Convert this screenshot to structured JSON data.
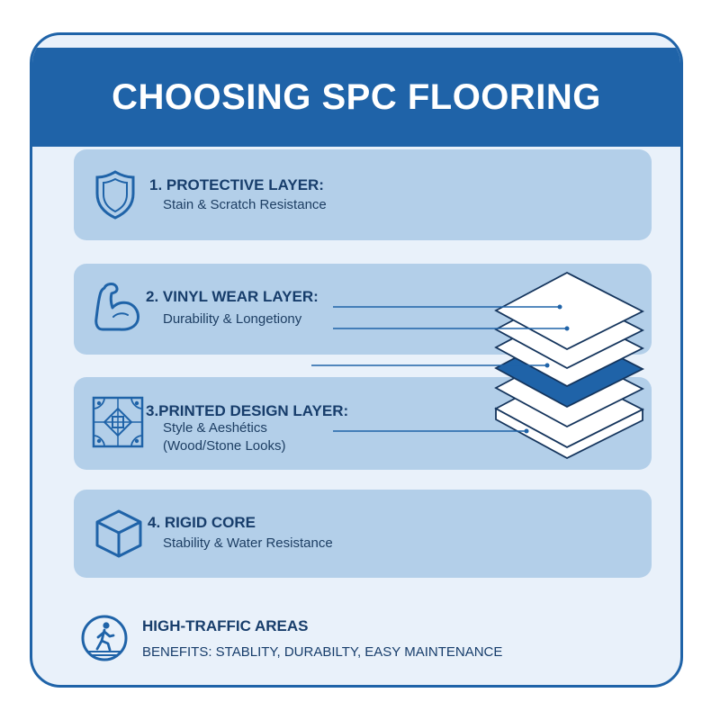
{
  "header": {
    "title": "CHOOSING SPC FLOORING"
  },
  "layers": [
    {
      "title": "1. PROTECTIVE LAYER:",
      "lines": [
        "Stain & Scratch Resistance"
      ],
      "icon": "shield-icon"
    },
    {
      "title": "2. VINYL WEAR LAYER:",
      "lines": [
        "Durability & Longetiony"
      ],
      "icon": "flexed-arm-icon"
    },
    {
      "title": "3.PRINTED DESIGN LAYER:",
      "lines": [
        "Style & Aeshétics",
        "(Wood/Stone Looks)"
      ],
      "icon": "tile-pattern-icon"
    },
    {
      "title": "4. RIGID CORE",
      "lines": [
        "Stability & Water Resistance"
      ],
      "icon": "cube-icon"
    }
  ],
  "footer": {
    "title": "HIGH-TRAFFIC AREAS",
    "benefits": "BENEFITS: STABLITY, DURABILTY, EASY MAINTENANCE",
    "icon": "walking-person-icon"
  },
  "colors": {
    "brand_blue": "#1f63a8",
    "panel_blue": "#b3cfe9",
    "background": "#e9f1fa",
    "text_dark": "#173d6b"
  }
}
